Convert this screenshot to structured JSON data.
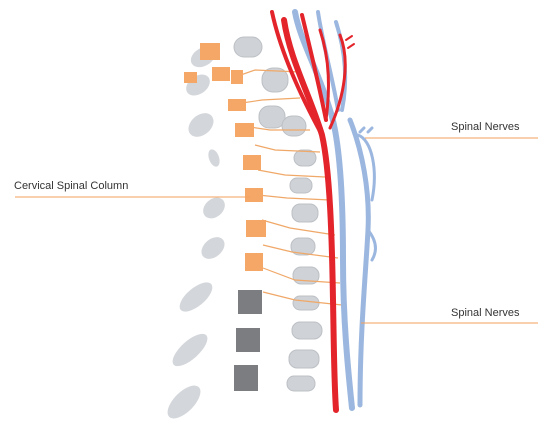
{
  "labels": {
    "spinal_nerves_top": "Spinal Nerves",
    "cervical_column": "Cervical Spinal Column",
    "spinal_nerves_bottom": "Spinal Nerves"
  },
  "colors": {
    "vertebra_orange": "#f4a766",
    "vertebra_dark": "#7b7d80",
    "bone_gray": "#cfd2d6",
    "artery_red": "#e3242b",
    "vein_blue": "#9cb7df",
    "leader_orange": "#f2a15e",
    "nerve_orange": "#f0a868"
  }
}
